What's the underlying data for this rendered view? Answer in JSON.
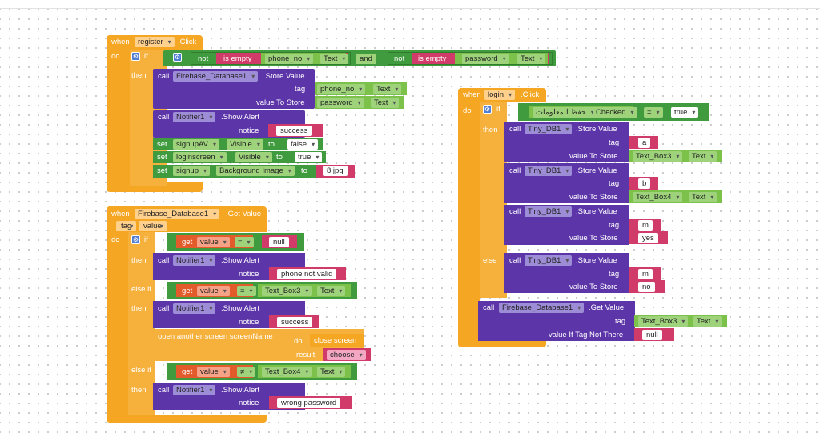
{
  "register_event": {
    "when": "when",
    "component": "register",
    "event": ".Click",
    "do": "do",
    "if": "if",
    "not1": "not",
    "is_empty1": "is empty",
    "phone_no": "phone_no",
    "text1": "Text",
    "and": "and",
    "not2": "not",
    "is_empty2": "is empty",
    "password": "password",
    "text2": "Text",
    "then": "then",
    "call1": "call",
    "firebase": "Firebase_Database1",
    "store_value": ".Store Value",
    "tag": "tag",
    "tag_comp": "phone_no",
    "tag_text": "Text",
    "value_to_store": "value To Store",
    "value_comp": "password",
    "value_text": "Text",
    "call2": "call",
    "notifier": "Notifier1",
    "show_alert": ".Show Alert",
    "notice": "notice",
    "notice_value": "success",
    "set1": "set",
    "set1_comp": "signupAV",
    "set1_prop": "Visible",
    "to1": "to",
    "set1_val": "false",
    "set2": "set",
    "set2_comp": "loginscreen",
    "set2_prop": "Visible",
    "to2": "to",
    "set2_val": "true",
    "set3": "set",
    "set3_comp": "signup",
    "set3_prop": "Background Image",
    "to3": "to",
    "set3_val": "8.jpg"
  },
  "firebase_event": {
    "when": "when",
    "component": "Firebase_Database1",
    "event": ".Got Value",
    "param_tag": "tag",
    "param_value": "value",
    "do": "do",
    "if": "if",
    "get1": "get",
    "get1_var": "value",
    "eq1": "=",
    "null1": "null",
    "then1": "then",
    "call1": "call",
    "notifier1": "Notifier1",
    "show_alert1": ".Show Alert",
    "notice1": "notice",
    "notice1_val": "phone not valid",
    "elseif1": "else if",
    "get2": "get",
    "get2_var": "value",
    "eq2": "=",
    "cmp2_comp": "Text_Box3",
    "cmp2_prop": "Text",
    "then2": "then",
    "call2": "call",
    "notifier2": "Notifier1",
    "show_alert2": ".Show Alert",
    "notice2": "notice",
    "notice2_val": "success",
    "open_screen": "open another screen  screenName",
    "do2": "do",
    "close_screen": "close screen",
    "result": "result",
    "choose": "choose",
    "elseif2": "else if",
    "get3": "get",
    "get3_var": "value",
    "neq": "≠",
    "cmp3_comp": "Text_Box4",
    "cmp3_prop": "Text",
    "then3": "then",
    "call3": "call",
    "notifier3": "Notifier1",
    "show_alert3": ".Show Alert",
    "notice3": "notice",
    "notice3_val": "wrong password"
  },
  "login_event": {
    "when": "when",
    "component": "login",
    "event": ".Click",
    "do": "do",
    "if": "if",
    "checkbox": "حفظ المعلومات",
    "checked": "Checked",
    "eq": "=",
    "true": "true",
    "then": "then",
    "call_a": "call",
    "db_a": "Tiny_DB1",
    "store_a": ".Store Value",
    "tag_a": "tag",
    "tag_a_val": "a",
    "vts_a": "value To Store",
    "vts_a_comp": "Text_Box3",
    "vts_a_prop": "Text",
    "call_b": "call",
    "db_b": "Tiny_DB1",
    "store_b": ".Store Value",
    "tag_b": "tag",
    "tag_b_val": "b",
    "vts_b": "value To Store",
    "vts_b_comp": "Text_Box4",
    "vts_b_prop": "Text",
    "call_m": "call",
    "db_m": "Tiny_DB1",
    "store_m": ".Store Value",
    "tag_m": "tag",
    "tag_m_val": "m",
    "vts_m": "value To Store",
    "vts_m_val": "yes",
    "else": "else",
    "call_e": "call",
    "db_e": "Tiny_DB1",
    "store_e": ".Store Value",
    "tag_e": "tag",
    "tag_e_val": "m",
    "vts_e": "value To Store",
    "vts_e_val": "no",
    "call_g": "call",
    "firebase": "Firebase_Database1",
    "get_value": ".Get Value",
    "tag_g": "tag",
    "tag_g_comp": "Text_Box3",
    "tag_g_prop": "Text",
    "if_not_there": "value If Tag Not There",
    "null": "null"
  }
}
